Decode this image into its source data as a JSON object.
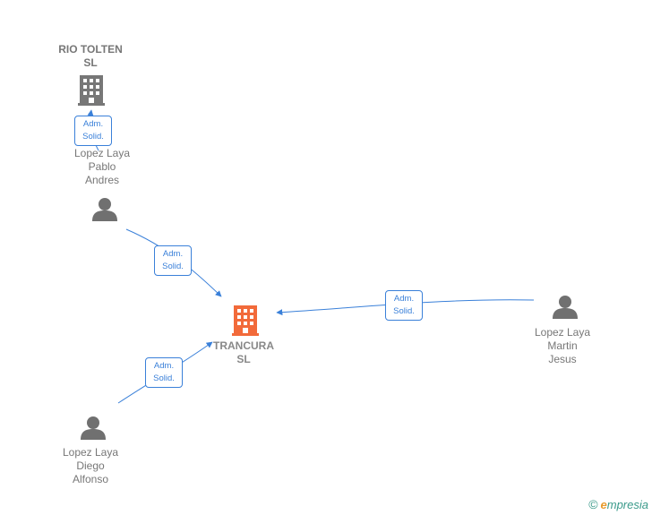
{
  "colors": {
    "edge": "#3a80d9",
    "person_icon": "#707070",
    "company_icon": "#777777",
    "focus_company_icon": "#f26a3a",
    "brand": "#3a9a8a",
    "brand_accent": "#e89a2c"
  },
  "nodes": {
    "rio_tolten": {
      "type": "company",
      "icon": "building-icon",
      "label": [
        "RIO TOLTEN",
        "SL"
      ]
    },
    "trancura": {
      "type": "company",
      "focus": true,
      "icon": "building-icon",
      "label": [
        "TRANCURA",
        "SL"
      ]
    },
    "pablo_andres": {
      "type": "person",
      "icon": "person-icon",
      "label": [
        "Lopez Laya",
        "Pablo",
        "Andres"
      ]
    },
    "martin_jesus": {
      "type": "person",
      "icon": "person-icon",
      "label": [
        "Lopez Laya",
        "Martin",
        "Jesus"
      ]
    },
    "diego_alfonso": {
      "type": "person",
      "icon": "person-icon",
      "label": [
        "Lopez Laya",
        "Diego",
        "Alfonso"
      ]
    }
  },
  "edges": [
    {
      "from": "pablo_andres",
      "to": "rio_tolten",
      "label": [
        "Adm.",
        "Solid."
      ]
    },
    {
      "from": "pablo_andres",
      "to": "trancura",
      "label": [
        "Adm.",
        "Solid."
      ]
    },
    {
      "from": "martin_jesus",
      "to": "trancura",
      "label": [
        "Adm.",
        "Solid."
      ]
    },
    {
      "from": "diego_alfonso",
      "to": "trancura",
      "label": [
        "Adm.",
        "Solid."
      ]
    }
  ],
  "brand": {
    "copyright": "©",
    "initial": "e",
    "rest": "mpresia"
  }
}
